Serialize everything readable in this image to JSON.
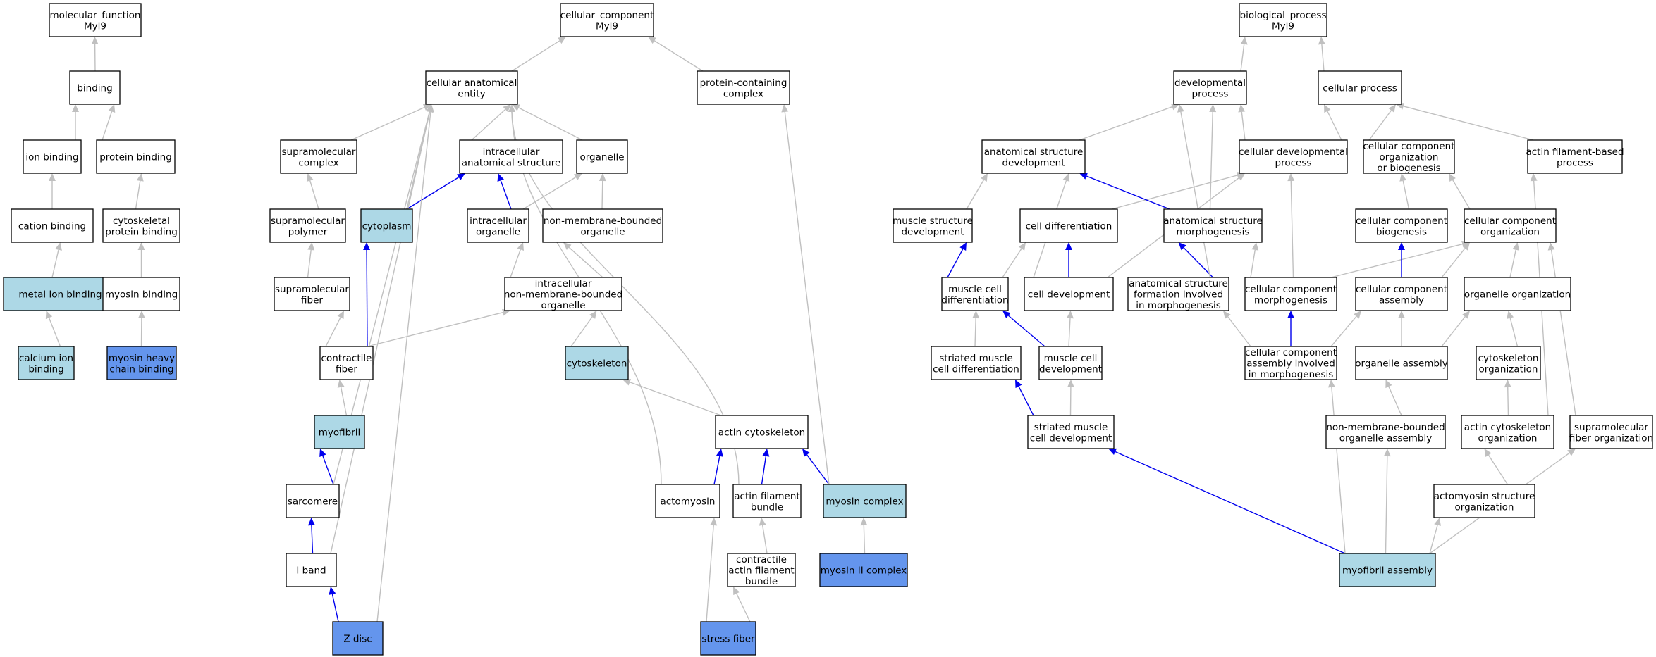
{
  "colors": {
    "default": "#ffffff",
    "light_blue": "#add8e6",
    "cornflower_blue": "#6495ed",
    "edge_gray": "#c0c0c0",
    "edge_blue": "#0000ee"
  },
  "nodes": [
    {
      "id": "mf",
      "lines": [
        "molecular_function",
        "Myl9"
      ],
      "fill": "default"
    },
    {
      "id": "binding",
      "lines": [
        "binding"
      ],
      "fill": "default"
    },
    {
      "id": "ion_binding",
      "lines": [
        "ion binding"
      ],
      "fill": "default"
    },
    {
      "id": "protein_binding",
      "lines": [
        "protein binding"
      ],
      "fill": "default"
    },
    {
      "id": "cation_binding",
      "lines": [
        "cation binding"
      ],
      "fill": "default"
    },
    {
      "id": "cytoskeletal_protein_binding",
      "lines": [
        "cytoskeletal",
        "protein binding"
      ],
      "fill": "default"
    },
    {
      "id": "metal_ion_binding",
      "lines": [
        "metal ion binding"
      ],
      "fill": "light_blue"
    },
    {
      "id": "myosin_binding",
      "lines": [
        "myosin binding"
      ],
      "fill": "default"
    },
    {
      "id": "calcium_ion_binding",
      "lines": [
        "calcium ion",
        "binding"
      ],
      "fill": "light_blue"
    },
    {
      "id": "myosin_heavy_chain_binding",
      "lines": [
        "myosin heavy",
        "chain binding"
      ],
      "fill": "cornflower_blue"
    },
    {
      "id": "cc",
      "lines": [
        "cellular_component",
        "Myl9"
      ],
      "fill": "default"
    },
    {
      "id": "cae",
      "lines": [
        "cellular anatomical",
        "entity"
      ],
      "fill": "default"
    },
    {
      "id": "pcc",
      "lines": [
        "protein-containing",
        "complex"
      ],
      "fill": "default"
    },
    {
      "id": "supramolecular_complex",
      "lines": [
        "supramolecular",
        "complex"
      ],
      "fill": "default"
    },
    {
      "id": "ias",
      "lines": [
        "intracellular",
        "anatomical structure"
      ],
      "fill": "default"
    },
    {
      "id": "organelle",
      "lines": [
        "organelle"
      ],
      "fill": "default"
    },
    {
      "id": "supramolecular_polymer",
      "lines": [
        "supramolecular",
        "polymer"
      ],
      "fill": "default"
    },
    {
      "id": "cytoplasm",
      "lines": [
        "cytoplasm"
      ],
      "fill": "light_blue"
    },
    {
      "id": "intracellular_organelle",
      "lines": [
        "intracellular",
        "organelle"
      ],
      "fill": "default"
    },
    {
      "id": "nmbo",
      "lines": [
        "non-membrane-bounded",
        "organelle"
      ],
      "fill": "default"
    },
    {
      "id": "supramolecular_fiber",
      "lines": [
        "supramolecular",
        "fiber"
      ],
      "fill": "default"
    },
    {
      "id": "inmbo",
      "lines": [
        "intracellular",
        "non-membrane-bounded",
        "organelle"
      ],
      "fill": "default"
    },
    {
      "id": "contractile_fiber",
      "lines": [
        "contractile",
        "fiber"
      ],
      "fill": "default"
    },
    {
      "id": "cytoskeleton",
      "lines": [
        "cytoskeleton"
      ],
      "fill": "light_blue"
    },
    {
      "id": "myofibril",
      "lines": [
        "myofibril"
      ],
      "fill": "light_blue"
    },
    {
      "id": "actin_cytoskeleton",
      "lines": [
        "actin cytoskeleton"
      ],
      "fill": "default"
    },
    {
      "id": "sarcomere",
      "lines": [
        "sarcomere"
      ],
      "fill": "default"
    },
    {
      "id": "actomyosin",
      "lines": [
        "actomyosin"
      ],
      "fill": "default"
    },
    {
      "id": "actin_filament_bundle",
      "lines": [
        "actin filament",
        "bundle"
      ],
      "fill": "default"
    },
    {
      "id": "myosin_complex",
      "lines": [
        "myosin complex"
      ],
      "fill": "light_blue"
    },
    {
      "id": "i_band",
      "lines": [
        "I band"
      ],
      "fill": "default"
    },
    {
      "id": "contractile_afb",
      "lines": [
        "contractile",
        "actin filament",
        "bundle"
      ],
      "fill": "default"
    },
    {
      "id": "myosin_ii_complex",
      "lines": [
        "myosin II complex"
      ],
      "fill": "cornflower_blue"
    },
    {
      "id": "z_disc",
      "lines": [
        "Z disc"
      ],
      "fill": "cornflower_blue"
    },
    {
      "id": "stress_fiber",
      "lines": [
        "stress fiber"
      ],
      "fill": "cornflower_blue"
    },
    {
      "id": "bp",
      "lines": [
        "biological_process",
        "Myl9"
      ],
      "fill": "default"
    },
    {
      "id": "developmental_process",
      "lines": [
        "developmental",
        "process"
      ],
      "fill": "default"
    },
    {
      "id": "cellular_process",
      "lines": [
        "cellular process"
      ],
      "fill": "default"
    },
    {
      "id": "asd",
      "lines": [
        "anatomical structure",
        "development"
      ],
      "fill": "default"
    },
    {
      "id": "cdp",
      "lines": [
        "cellular developmental",
        "process"
      ],
      "fill": "default"
    },
    {
      "id": "ccob",
      "lines": [
        "cellular component",
        "organization",
        "or biogenesis"
      ],
      "fill": "default"
    },
    {
      "id": "afbp",
      "lines": [
        "actin filament-based",
        "process"
      ],
      "fill": "default"
    },
    {
      "id": "msd",
      "lines": [
        "muscle structure",
        "development"
      ],
      "fill": "default"
    },
    {
      "id": "cell_differentiation",
      "lines": [
        "cell differentiation"
      ],
      "fill": "default"
    },
    {
      "id": "asm",
      "lines": [
        "anatomical structure",
        "morphogenesis"
      ],
      "fill": "default"
    },
    {
      "id": "ccb",
      "lines": [
        "cellular component",
        "biogenesis"
      ],
      "fill": "default"
    },
    {
      "id": "cco",
      "lines": [
        "cellular component",
        "organization"
      ],
      "fill": "default"
    },
    {
      "id": "mcd",
      "lines": [
        "muscle cell",
        "differentiation"
      ],
      "fill": "default"
    },
    {
      "id": "cell_development",
      "lines": [
        "cell development"
      ],
      "fill": "default"
    },
    {
      "id": "asfm",
      "lines": [
        "anatomical structure",
        "formation involved",
        "in morphogenesis"
      ],
      "fill": "default"
    },
    {
      "id": "ccm",
      "lines": [
        "cellular component",
        "morphogenesis"
      ],
      "fill": "default"
    },
    {
      "id": "cca",
      "lines": [
        "cellular component",
        "assembly"
      ],
      "fill": "default"
    },
    {
      "id": "oo",
      "lines": [
        "organelle organization"
      ],
      "fill": "default"
    },
    {
      "id": "smcd",
      "lines": [
        "striated muscle",
        "cell differentiation"
      ],
      "fill": "default"
    },
    {
      "id": "mcdev",
      "lines": [
        "muscle cell",
        "development"
      ],
      "fill": "default"
    },
    {
      "id": "ccaim",
      "lines": [
        "cellular component",
        "assembly involved",
        "in morphogenesis"
      ],
      "fill": "default"
    },
    {
      "id": "oa",
      "lines": [
        "organelle assembly"
      ],
      "fill": "default"
    },
    {
      "id": "co",
      "lines": [
        "cytoskeleton",
        "organization"
      ],
      "fill": "default"
    },
    {
      "id": "smcdev",
      "lines": [
        "striated muscle",
        "cell development"
      ],
      "fill": "default"
    },
    {
      "id": "nmboa",
      "lines": [
        "non-membrane-bounded",
        "organelle assembly"
      ],
      "fill": "default"
    },
    {
      "id": "aco",
      "lines": [
        "actin cytoskeleton",
        "organization"
      ],
      "fill": "default"
    },
    {
      "id": "sfo",
      "lines": [
        "supramolecular",
        "fiber organization"
      ],
      "fill": "default"
    },
    {
      "id": "aso",
      "lines": [
        "actomyosin structure",
        "organization"
      ],
      "fill": "default"
    },
    {
      "id": "ma",
      "lines": [
        "myofibril assembly"
      ],
      "fill": "light_blue"
    }
  ],
  "edges": [
    {
      "from": "binding",
      "to": "mf",
      "style": "gray"
    },
    {
      "from": "ion_binding",
      "to": "binding",
      "style": "gray"
    },
    {
      "from": "protein_binding",
      "to": "binding",
      "style": "gray"
    },
    {
      "from": "cation_binding",
      "to": "ion_binding",
      "style": "gray"
    },
    {
      "from": "cytoskeletal_protein_binding",
      "to": "protein_binding",
      "style": "gray"
    },
    {
      "from": "metal_ion_binding",
      "to": "cation_binding",
      "style": "gray"
    },
    {
      "from": "myosin_binding",
      "to": "cytoskeletal_protein_binding",
      "style": "gray"
    },
    {
      "from": "calcium_ion_binding",
      "to": "metal_ion_binding",
      "style": "gray"
    },
    {
      "from": "myosin_heavy_chain_binding",
      "to": "myosin_binding",
      "style": "gray"
    },
    {
      "from": "cae",
      "to": "cc",
      "style": "gray"
    },
    {
      "from": "pcc",
      "to": "cc",
      "style": "gray"
    },
    {
      "from": "supramolecular_complex",
      "to": "cae",
      "style": "gray"
    },
    {
      "from": "ias",
      "to": "cae",
      "style": "gray"
    },
    {
      "from": "organelle",
      "to": "cae",
      "style": "gray"
    },
    {
      "from": "cytoplasm",
      "to": "cae",
      "style": "gray"
    },
    {
      "from": "cytoplasm",
      "to": "ias",
      "style": "blue"
    },
    {
      "from": "intracellular_organelle",
      "to": "ias",
      "style": "blue"
    },
    {
      "from": "intracellular_organelle",
      "to": "organelle",
      "style": "gray"
    },
    {
      "from": "nmbo",
      "to": "organelle",
      "style": "gray"
    },
    {
      "from": "supramolecular_polymer",
      "to": "supramolecular_complex",
      "style": "gray"
    },
    {
      "from": "supramolecular_fiber",
      "to": "supramolecular_polymer",
      "style": "gray"
    },
    {
      "from": "inmbo",
      "to": "intracellular_organelle",
      "style": "gray"
    },
    {
      "from": "inmbo",
      "to": "nmbo",
      "style": "gray"
    },
    {
      "from": "contractile_fiber",
      "to": "supramolecular_fiber",
      "style": "gray"
    },
    {
      "from": "contractile_fiber",
      "to": "cytoplasm",
      "style": "blue"
    },
    {
      "from": "contractile_fiber",
      "to": "inmbo",
      "style": "gray"
    },
    {
      "from": "cytoskeleton",
      "to": "inmbo",
      "style": "gray"
    },
    {
      "from": "myofibril",
      "to": "contractile_fiber",
      "style": "gray"
    },
    {
      "from": "sarcomere",
      "to": "myofibril",
      "style": "blue"
    },
    {
      "from": "sarcomere",
      "to": "cae",
      "style": "gray"
    },
    {
      "from": "i_band",
      "to": "sarcomere",
      "style": "blue"
    },
    {
      "from": "i_band",
      "to": "cae",
      "style": "gray"
    },
    {
      "from": "z_disc",
      "to": "i_band",
      "style": "blue"
    },
    {
      "from": "z_disc",
      "to": "cae",
      "style": "gray"
    },
    {
      "from": "actin_cytoskeleton",
      "to": "cytoskeleton",
      "style": "gray"
    },
    {
      "from": "actomyosin",
      "to": "actin_cytoskeleton",
      "style": "blue"
    },
    {
      "from": "actomyosin",
      "to": "cae",
      "style": "gray"
    },
    {
      "from": "actin_filament_bundle",
      "to": "actin_cytoskeleton",
      "style": "blue"
    },
    {
      "from": "actin_filament_bundle",
      "to": "cae",
      "style": "gray"
    },
    {
      "from": "myosin_complex",
      "to": "actin_cytoskeleton",
      "style": "blue"
    },
    {
      "from": "myosin_complex",
      "to": "pcc",
      "style": "gray"
    },
    {
      "from": "contractile_afb",
      "to": "actin_filament_bundle",
      "style": "gray"
    },
    {
      "from": "myosin_ii_complex",
      "to": "myosin_complex",
      "style": "gray"
    },
    {
      "from": "stress_fiber",
      "to": "contractile_afb",
      "style": "gray"
    },
    {
      "from": "stress_fiber",
      "to": "actomyosin",
      "style": "gray"
    },
    {
      "from": "developmental_process",
      "to": "bp",
      "style": "gray"
    },
    {
      "from": "cellular_process",
      "to": "bp",
      "style": "gray"
    },
    {
      "from": "asd",
      "to": "developmental_process",
      "style": "gray"
    },
    {
      "from": "cdp",
      "to": "developmental_process",
      "style": "gray"
    },
    {
      "from": "cdp",
      "to": "cellular_process",
      "style": "gray"
    },
    {
      "from": "ccob",
      "to": "cellular_process",
      "style": "gray"
    },
    {
      "from": "afbp",
      "to": "cellular_process",
      "style": "gray"
    },
    {
      "from": "msd",
      "to": "asd",
      "style": "gray"
    },
    {
      "from": "cell_differentiation",
      "to": "cdp",
      "style": "gray"
    },
    {
      "from": "asm",
      "to": "asd",
      "style": "blue"
    },
    {
      "from": "asm",
      "to": "developmental_process",
      "style": "gray"
    },
    {
      "from": "ccb",
      "to": "ccob",
      "style": "gray"
    },
    {
      "from": "cco",
      "to": "ccob",
      "style": "gray"
    },
    {
      "from": "mcd",
      "to": "msd",
      "style": "blue"
    },
    {
      "from": "mcd",
      "to": "cell_differentiation",
      "style": "gray"
    },
    {
      "from": "cell_development",
      "to": "cell_differentiation",
      "style": "blue"
    },
    {
      "from": "cell_development",
      "to": "asd",
      "style": "gray"
    },
    {
      "from": "cell_development",
      "to": "cdp",
      "style": "gray"
    },
    {
      "from": "asfm",
      "to": "asm",
      "style": "blue"
    },
    {
      "from": "asfm",
      "to": "developmental_process",
      "style": "gray"
    },
    {
      "from": "ccm",
      "to": "asm",
      "style": "gray"
    },
    {
      "from": "ccm",
      "to": "cdp",
      "style": "gray"
    },
    {
      "from": "ccm",
      "to": "cco",
      "style": "gray"
    },
    {
      "from": "cca",
      "to": "ccb",
      "style": "blue"
    },
    {
      "from": "cca",
      "to": "cco",
      "style": "gray"
    },
    {
      "from": "oo",
      "to": "cco",
      "style": "gray"
    },
    {
      "from": "smcd",
      "to": "mcd",
      "style": "gray"
    },
    {
      "from": "mcdev",
      "to": "mcd",
      "style": "blue"
    },
    {
      "from": "mcdev",
      "to": "cell_development",
      "style": "gray"
    },
    {
      "from": "ccaim",
      "to": "ccm",
      "style": "blue"
    },
    {
      "from": "ccaim",
      "to": "asfm",
      "style": "gray"
    },
    {
      "from": "ccaim",
      "to": "cca",
      "style": "gray"
    },
    {
      "from": "oa",
      "to": "cca",
      "style": "gray"
    },
    {
      "from": "oa",
      "to": "oo",
      "style": "gray"
    },
    {
      "from": "co",
      "to": "oo",
      "style": "gray"
    },
    {
      "from": "smcdev",
      "to": "smcd",
      "style": "blue"
    },
    {
      "from": "smcdev",
      "to": "mcdev",
      "style": "gray"
    },
    {
      "from": "nmboa",
      "to": "oa",
      "style": "gray"
    },
    {
      "from": "aco",
      "to": "co",
      "style": "gray"
    },
    {
      "from": "aco",
      "to": "afbp",
      "style": "gray"
    },
    {
      "from": "sfo",
      "to": "cco",
      "style": "gray"
    },
    {
      "from": "aso",
      "to": "aco",
      "style": "gray"
    },
    {
      "from": "ma",
      "to": "smcdev",
      "style": "blue"
    },
    {
      "from": "ma",
      "to": "ccaim",
      "style": "gray"
    },
    {
      "from": "ma",
      "to": "nmboa",
      "style": "gray"
    },
    {
      "from": "ma",
      "to": "aso",
      "style": "gray"
    },
    {
      "from": "ma",
      "to": "sfo",
      "style": "gray"
    }
  ]
}
